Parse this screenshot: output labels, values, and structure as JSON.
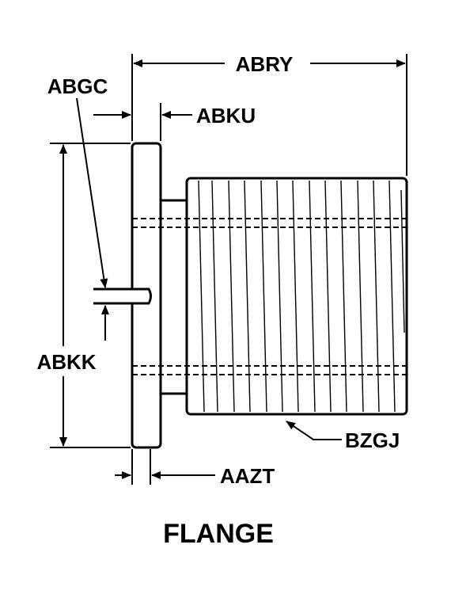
{
  "figure": {
    "caption": "FLANGE",
    "labels": {
      "abry": "ABRY",
      "abgc": "ABGC",
      "abku": "ABKU",
      "abkk": "ABKK",
      "bzgj": "BZGJ",
      "aazt": "AAZT"
    }
  }
}
